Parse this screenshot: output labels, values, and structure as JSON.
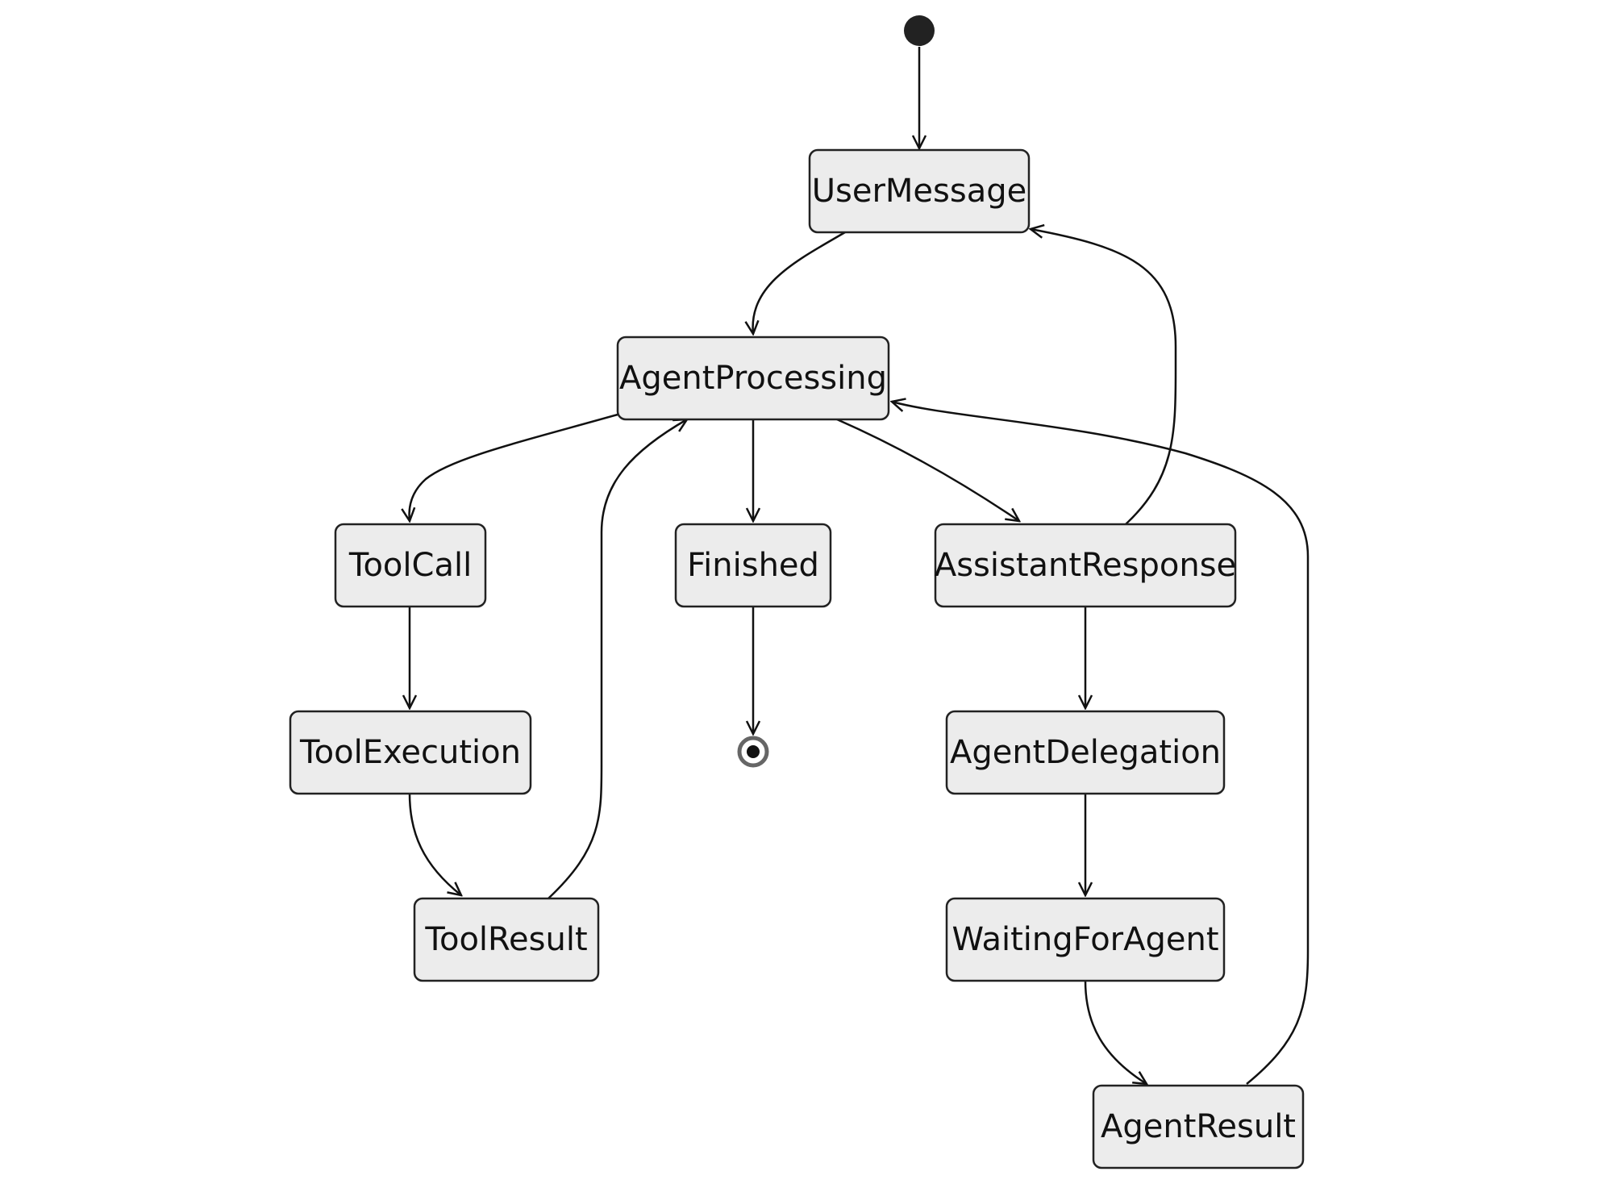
{
  "diagram": {
    "type": "state-diagram",
    "states": {
      "user_message": "UserMessage",
      "agent_processing": "AgentProcessing",
      "tool_call": "ToolCall",
      "finished": "Finished",
      "assistant_response": "AssistantResponse",
      "tool_execution": "ToolExecution",
      "agent_delegation": "AgentDelegation",
      "tool_result": "ToolResult",
      "waiting_for_agent": "WaitingForAgent",
      "agent_result": "AgentResult"
    },
    "transitions": [
      {
        "from": "start",
        "to": "UserMessage"
      },
      {
        "from": "UserMessage",
        "to": "AgentProcessing"
      },
      {
        "from": "AgentProcessing",
        "to": "ToolCall"
      },
      {
        "from": "AgentProcessing",
        "to": "Finished"
      },
      {
        "from": "AgentProcessing",
        "to": "AssistantResponse"
      },
      {
        "from": "ToolCall",
        "to": "ToolExecution"
      },
      {
        "from": "ToolExecution",
        "to": "ToolResult"
      },
      {
        "from": "ToolResult",
        "to": "AgentProcessing"
      },
      {
        "from": "Finished",
        "to": "end"
      },
      {
        "from": "AssistantResponse",
        "to": "UserMessage"
      },
      {
        "from": "AssistantResponse",
        "to": "AgentDelegation"
      },
      {
        "from": "AgentDelegation",
        "to": "WaitingForAgent"
      },
      {
        "from": "WaitingForAgent",
        "to": "AgentResult"
      },
      {
        "from": "AgentResult",
        "to": "AgentProcessing"
      }
    ]
  }
}
